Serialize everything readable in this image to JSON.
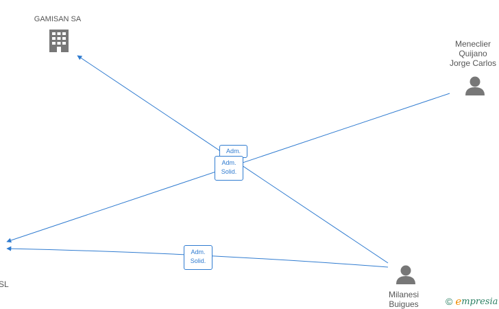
{
  "nodes": {
    "gamisan": {
      "label": "GAMISAN SA",
      "kind": "company"
    },
    "meneclier": {
      "label": "Meneclier\nQuijano\nJorge Carlos",
      "kind": "person"
    },
    "milanesi": {
      "label": "Milanesi\nBuigues",
      "kind": "person"
    },
    "left_company": {
      "label": "SL",
      "kind": "company"
    }
  },
  "edges": {
    "adm": "Adm.",
    "adm_solid": "Adm.\nSolid."
  },
  "brand": {
    "copyright": "©",
    "first_letter": "e",
    "rest": "mpresia"
  },
  "colors": {
    "edge": "#2f7bd0",
    "icon": "#777777",
    "brand_green": "#2a7f62",
    "brand_orange": "#f08c00"
  }
}
